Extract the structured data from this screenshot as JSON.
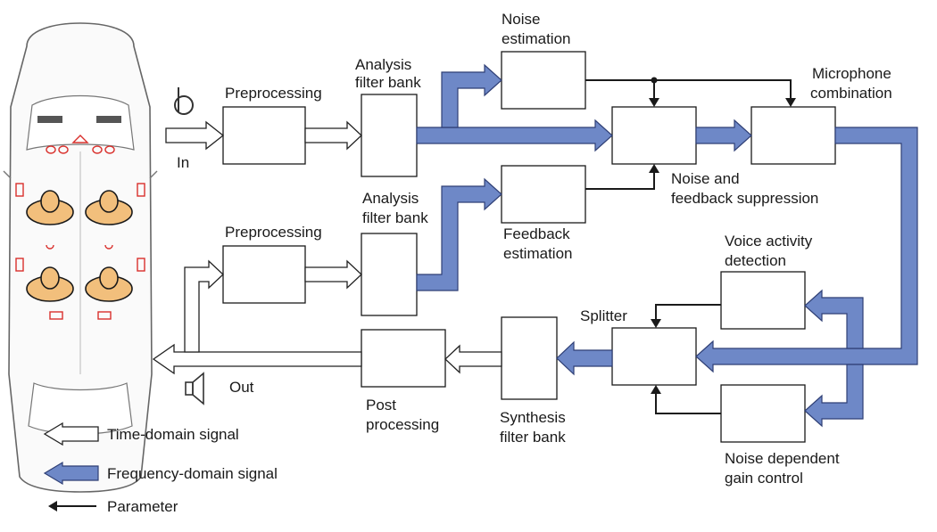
{
  "blocks": {
    "preprocessing_top": "Preprocessing",
    "analysis_top_1": "Analysis",
    "analysis_top_2": "filter bank",
    "noise_est_1": "Noise",
    "noise_est_2": "estimation",
    "mic_comb_1": "Microphone",
    "mic_comb_2": "combination",
    "nfs_1": "Noise and",
    "nfs_2": "feedback suppression",
    "preprocessing_bottom": "Preprocessing",
    "analysis_bot_1": "Analysis",
    "analysis_bot_2": "filter bank",
    "feedback_est_1": "Feedback",
    "feedback_est_2": "estimation",
    "vad_1": "Voice activity",
    "vad_2": "detection",
    "splitter": "Splitter",
    "synthesis_1": "Synthesis",
    "synthesis_2": "filter bank",
    "post_1": "Post",
    "post_2": "processing",
    "ndgc_1": "Noise dependent",
    "ndgc_2": "gain control"
  },
  "io": {
    "in": "In",
    "out": "Out"
  },
  "legend": {
    "time": "Time-domain signal",
    "frequency": "Frequency-domain signal",
    "parameter": "Parameter"
  },
  "colors": {
    "frequency_signal": "#6e88c7",
    "time_signal": "#ffffff",
    "parameter": "#1a1a1a",
    "seat": "#f2bf7c",
    "car_equipment": "#d9302c"
  },
  "icons": [
    "car-top-view-icon",
    "microphone-icon",
    "loudspeaker-icon"
  ]
}
